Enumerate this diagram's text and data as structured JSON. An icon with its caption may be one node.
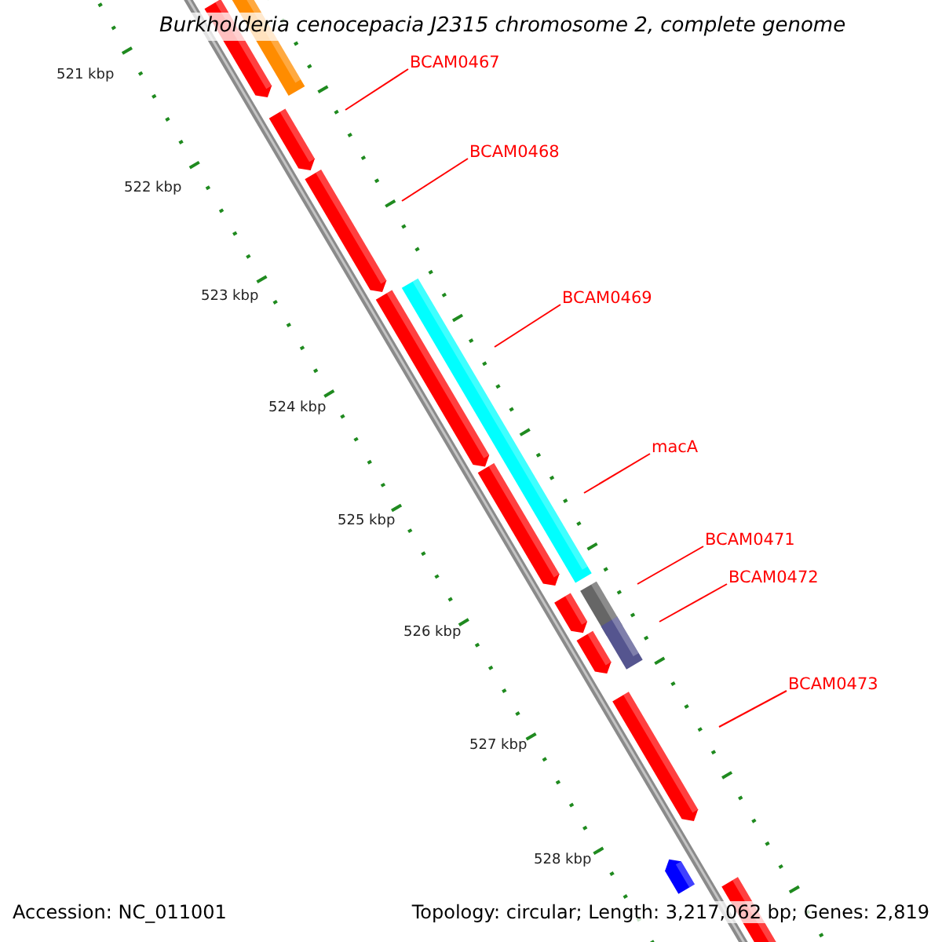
{
  "diagram": {
    "title": "Burkholderia cenocepacia J2315 chromosome 2, complete genome",
    "nodes": [
      {
        "text": [
          "BCAM0467"
        ]
      },
      {
        "text": [
          "BCAM0468"
        ]
      },
      {
        "text": [
          "BCAM0469"
        ]
      },
      {
        "text": [
          "macA"
        ]
      },
      {
        "text": [
          "BCAM0471"
        ]
      },
      {
        "text": [
          "BCAM0472"
        ]
      },
      {
        "text": [
          "BCAM0473"
        ]
      }
    ],
    "edges": [
      {
        "from": 0,
        "to": null,
        "arrow": "none"
      },
      {
        "from": 1,
        "to": null,
        "arrow": "none"
      },
      {
        "from": 2,
        "to": null,
        "arrow": "none"
      },
      {
        "from": 3,
        "to": null,
        "arrow": "none"
      },
      {
        "from": 4,
        "to": null,
        "arrow": "none"
      },
      {
        "from": 5,
        "to": null,
        "arrow": "none"
      },
      {
        "from": 6,
        "to": null,
        "arrow": "none"
      }
    ],
    "labels": [
      "521 kbp",
      "522 kbp",
      "523 kbp",
      "524 kbp",
      "525 kbp",
      "526 kbp",
      "527 kbp",
      "528 kbp",
      "Accession: NC_011001",
      "Topology: circular; Length: 3,217,062 bp; Genes: 2,819"
    ]
  }
}
